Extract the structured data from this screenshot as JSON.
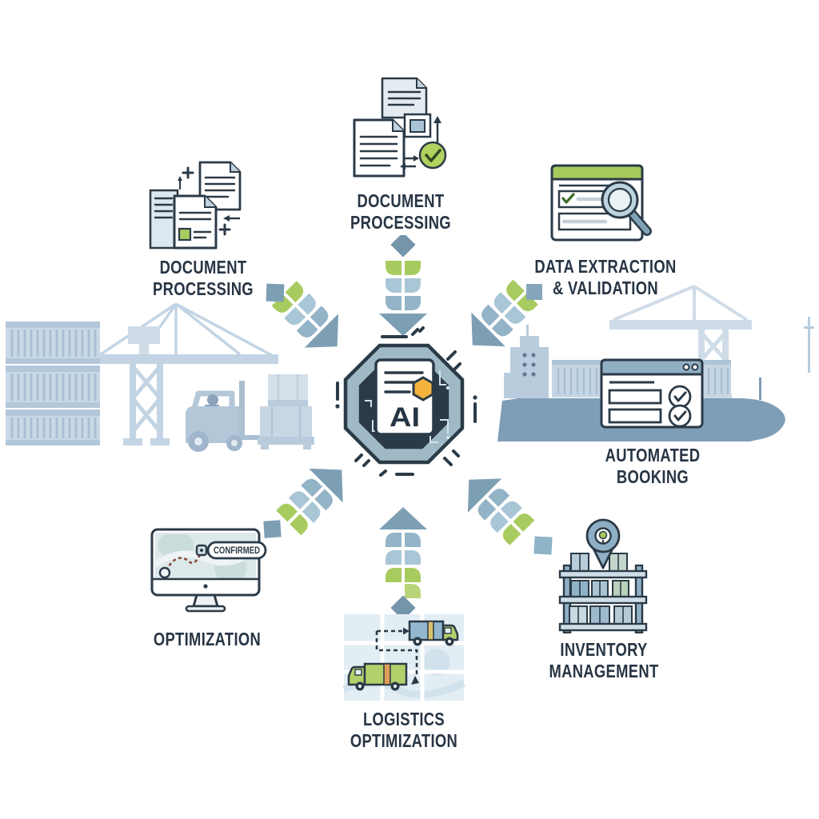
{
  "palette": {
    "canvas_background": "#ffffff",
    "ink_navy": "#2b3a47",
    "label_color": "#273544",
    "accent_green": "#a8cb5f",
    "accent_green_light": "#b7d478",
    "steel_blue": "#7d9fb4",
    "light_blue": "#a9c6d6",
    "mid_blue": "#93b3c7",
    "silhouette_light": "#c3d4e4",
    "ship_hull": "#7e9db6",
    "doc_orange": "#f3b33c",
    "route_red": "#8a4a3c"
  },
  "hub": {
    "label": "AI"
  },
  "nodes": {
    "top": {
      "line1": "DOCUMENT",
      "line2": "PROCESSING"
    },
    "left": {
      "line1": "DOCUMENT",
      "line2": "PROCESSING"
    },
    "top_right": {
      "line1": "DATA EXTRACTION",
      "line2": "& VALIDATION"
    },
    "right": {
      "line1": "AUTOMATED",
      "line2": "BOOKING"
    },
    "bottom_right": {
      "line1": "INVENTORY",
      "line2": "MANAGEMENT"
    },
    "bottom": {
      "line1": "LOGISTICS",
      "line2": "OPTIMIZATION"
    },
    "bottom_left": {
      "line1": "OPTIMIZATION"
    }
  },
  "monitor": {
    "badge": "CONFIRMED"
  }
}
